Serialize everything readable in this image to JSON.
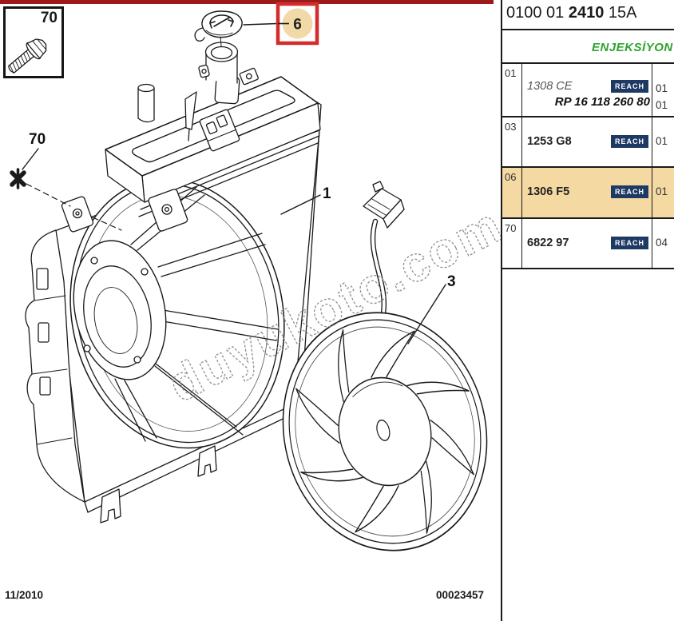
{
  "inset": {
    "ref_label": "70"
  },
  "diagram": {
    "callout_6": "6",
    "label_1": "1",
    "label_3": "3",
    "label_70": "70",
    "watermark": "duyukoto.com"
  },
  "footer": {
    "date": "11/2010",
    "code": "00023457"
  },
  "panel": {
    "header": {
      "catalog_prefix": "0100 01 ",
      "catalog_bold": "2410",
      "catalog_suffix": " 15A"
    },
    "section_title": "ENJEKSİYON",
    "reach_label": "REACH",
    "rows": [
      {
        "ref": "01",
        "part": "1308 CE",
        "qty": "01",
        "alt_part": "RP 16 118 260 80",
        "alt_qty": "01",
        "highlighted": false
      },
      {
        "ref": "03",
        "part": "1253 G8",
        "qty": "01",
        "highlighted": false
      },
      {
        "ref": "06",
        "part": "1306 F5",
        "qty": "01",
        "highlighted": true
      },
      {
        "ref": "70",
        "part": "6822 97",
        "qty": "04",
        "highlighted": false
      }
    ]
  },
  "colors": {
    "top_bar": "#9C1A1A",
    "callout_border": "#D32C2C",
    "callout_fill": "#F2D9A8",
    "row_highlight": "#F5D9A3",
    "reach_bg": "#1E3A64",
    "section_title_green": "#2FA22F"
  }
}
